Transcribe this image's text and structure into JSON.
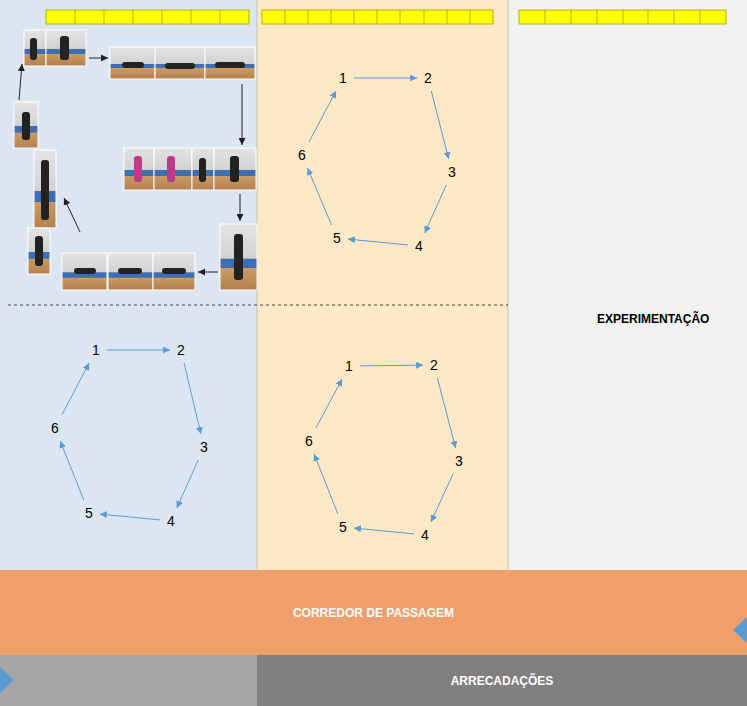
{
  "diagram": {
    "nodes": [
      {
        "text": [
          "1"
        ]
      },
      {
        "text": [
          "2"
        ]
      },
      {
        "text": [
          "3"
        ]
      },
      {
        "text": [
          "4"
        ]
      },
      {
        "text": [
          "5"
        ]
      },
      {
        "text": [
          "6"
        ]
      },
      {
        "text": [
          "EXPERIMENTAÇÃO"
        ]
      },
      {
        "text": [
          "1"
        ]
      },
      {
        "text": [
          "2"
        ]
      },
      {
        "text": [
          "3"
        ]
      },
      {
        "text": [
          "4"
        ]
      },
      {
        "text": [
          "5"
        ]
      },
      {
        "text": [
          "6"
        ]
      },
      {
        "text": [
          "1"
        ]
      },
      {
        "text": [
          "2"
        ]
      },
      {
        "text": [
          "3"
        ]
      },
      {
        "text": [
          "4"
        ]
      },
      {
        "text": [
          "5"
        ]
      },
      {
        "text": [
          "6"
        ]
      },
      {
        "text": [
          "CORREDOR DE PASSAGEM"
        ]
      },
      {
        "text": [
          "ARRECADAÇÕES"
        ]
      }
    ],
    "edges": [
      {
        "from": 0,
        "to": 1,
        "arrow": "to"
      },
      {
        "from": 1,
        "to": 2,
        "arrow": "to"
      },
      {
        "from": 2,
        "to": 3,
        "arrow": "to"
      },
      {
        "from": 3,
        "to": 4,
        "arrow": "to"
      },
      {
        "from": 4,
        "to": 5,
        "arrow": "to"
      },
      {
        "from": 5,
        "to": 0,
        "arrow": "to"
      },
      {
        "from": 7,
        "to": 8,
        "arrow": "to"
      },
      {
        "from": 8,
        "to": 9,
        "arrow": "to"
      },
      {
        "from": 9,
        "to": 10,
        "arrow": "to"
      },
      {
        "from": 10,
        "to": 11,
        "arrow": "to"
      },
      {
        "from": 11,
        "to": 12,
        "arrow": "to"
      },
      {
        "from": 12,
        "to": 7,
        "arrow": "to"
      },
      {
        "from": 13,
        "to": 14,
        "arrow": "to"
      },
      {
        "from": 14,
        "to": 15,
        "arrow": "to"
      },
      {
        "from": 15,
        "to": 16,
        "arrow": "to"
      },
      {
        "from": 16,
        "to": 17,
        "arrow": "to"
      },
      {
        "from": 17,
        "to": 18,
        "arrow": "to"
      },
      {
        "from": 18,
        "to": 13,
        "arrow": "to"
      }
    ]
  }
}
